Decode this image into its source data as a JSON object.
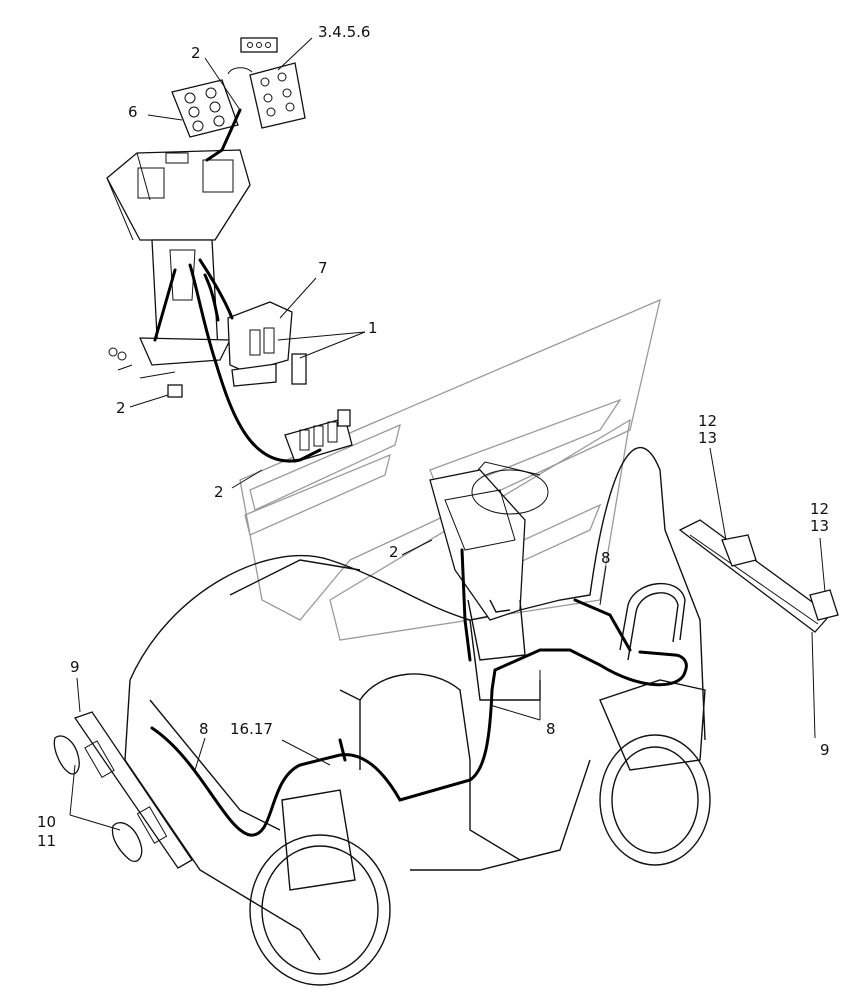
{
  "callouts": {
    "c_3456": "3.4.5.6",
    "c_2_top": "2",
    "c_6": "6",
    "c_7": "7",
    "c_1": "1",
    "c_2_left": "2",
    "c_2_mid": "2",
    "c_2_cab": "2",
    "c_8_right": "8",
    "c_8_center": "8",
    "c_8_left": "8",
    "c_1617": "16.17",
    "c_9_left": "9",
    "c_10": "10",
    "c_11": "11",
    "c_12_a": "12",
    "c_13_a": "13",
    "c_12_b": "12",
    "c_13_b": "13",
    "c_9_right": "9"
  }
}
